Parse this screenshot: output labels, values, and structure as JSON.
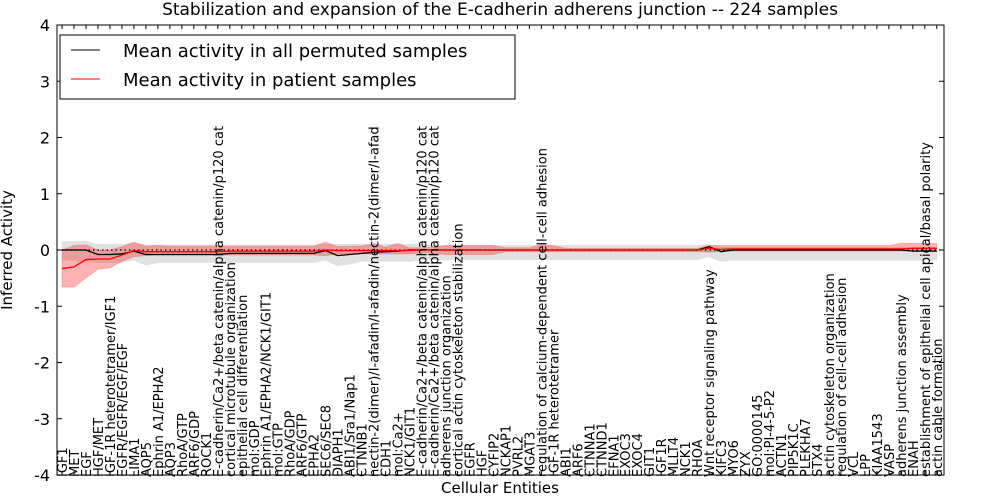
{
  "chart_data": {
    "type": "line",
    "title": "Stabilization and expansion of the E-cadherin adherens junction -- 224 samples",
    "xlabel": "Cellular Entities",
    "ylabel": "Inferred Activity",
    "ylim": [
      -4,
      4
    ],
    "yticks": [
      "-4",
      "-3",
      "-2",
      "-1",
      "0",
      "1",
      "2",
      "3",
      "4"
    ],
    "grid": false,
    "legend_position": "top-left",
    "categories": [
      "IGF1",
      "MET",
      "EGF",
      "HGF/MET",
      "IGF-1R heterotetramer/IGF1",
      "EGFR/EGFR/EGF/EGF",
      "LIMA1",
      "AQP5",
      "Ephrin A1/EPHA2",
      "AQP3",
      "RhoA/GTP",
      "ARF6/GDP",
      "ROCK1",
      "E-cadherin/Ca2+/beta catenin/alpha catenin/p120 cat",
      "cortical microtubule organization",
      "epithelial cell differentiation",
      "mol:GDP",
      "Ephrin A1/EPHA2/NCK1/GIT1",
      "mol:GTP",
      "RhoA/GDP",
      "ARF6/GTP",
      "EPHA2",
      "SEC6/SEC8",
      "DIAPH1",
      "ABI1/Sra1/Nap1",
      "CTNNB1",
      "nectin-2(dimer)/I-afadin/I-afadin/nectin-2(dimer/I-afad",
      "CDH1",
      "mol:Ca2+",
      "NCK1/GIT1",
      "E-cadherin/Ca2+/beta catenin/alpha catenin/p120 cat",
      "E-cadherin/Ca2+/beta catenin/alpha catenin/p120 cat",
      "adherens junction organization",
      "cortical actin cytoskeleton stabilization",
      "EGFR",
      "HGF",
      "CYFIP2",
      "NCKAP1",
      "PVRL2",
      "MGAT3",
      "regulation of calcium-dependent cell-cell adhesion",
      "IGF-1R heterotetramer",
      "ABI1",
      "ARF6",
      "CTNNA1",
      "CTNND1",
      "EFNA1",
      "EXOC3",
      "EXOC4",
      "GIT1",
      "IGF1R",
      "MLLT4",
      "NCK1",
      "RHOA",
      "Wnt receptor signaling pathway",
      "KIFC3",
      "MYO6",
      "ZYX",
      "GO:0000145",
      "mol:PI-4-5-P2",
      "ACTN1",
      "PIP5K1C",
      "PLEKHA7",
      "STX4",
      "actin cytoskeleton organization",
      "regulation of cell-cell adhesion",
      "VCL",
      "LPP",
      "KIAA1543",
      "VASP",
      "adherens junction assembly",
      "ENAH",
      "establishment of epithelial cell apical/basal polarity",
      "actin cable formation"
    ],
    "series": [
      {
        "name": "Mean activity in all permuted samples",
        "color": "#000000",
        "band_color": "#c8c8c8",
        "values": [
          0,
          0,
          0,
          -0.08,
          -0.08,
          -0.07,
          -0.02,
          -0.08,
          -0.08,
          -0.08,
          -0.08,
          -0.08,
          -0.08,
          -0.08,
          -0.06,
          -0.06,
          -0.06,
          -0.06,
          -0.06,
          -0.06,
          -0.06,
          -0.06,
          -0.01,
          -0.1,
          -0.08,
          -0.06,
          -0.04,
          -0.03,
          -0.02,
          0,
          0,
          0,
          0,
          0,
          0,
          0,
          0,
          0,
          0,
          0,
          0,
          0,
          0,
          0,
          0,
          0,
          0,
          0,
          0,
          0,
          0,
          0,
          0,
          0,
          0.06,
          -0.03,
          0,
          0,
          0,
          0,
          0,
          0,
          0,
          0,
          0,
          0,
          0,
          0,
          0,
          0,
          0,
          -0.02,
          -0.02,
          -0.02
        ],
        "upper": [
          0.15,
          0.15,
          0.15,
          0.1,
          0.1,
          0.1,
          0.12,
          0.09,
          0.09,
          0.09,
          0.09,
          0.09,
          0.09,
          0.09,
          0.09,
          0.09,
          0.09,
          0.09,
          0.09,
          0.09,
          0.09,
          0.09,
          0.1,
          0.1,
          0.1,
          0.1,
          0.1,
          0.1,
          0.1,
          0.1,
          0.1,
          0.08,
          0.08,
          0.08,
          0.08,
          0.08,
          0.08,
          0.08,
          0.08,
          0.08,
          0.08,
          0.08,
          0.08,
          0.08,
          0.08,
          0.08,
          0.08,
          0.08,
          0.08,
          0.08,
          0.08,
          0.08,
          0.08,
          0.08,
          0.1,
          0.05,
          0.05,
          0.05,
          0.05,
          0.05,
          0.05,
          0.05,
          0.05,
          0.05,
          0.05,
          0.05,
          0.05,
          0.05,
          0.05,
          0.05,
          0.05,
          0.05,
          0.05,
          0.05
        ],
        "lower": [
          -0.18,
          -0.18,
          -0.2,
          -0.22,
          -0.22,
          -0.22,
          -0.18,
          -0.27,
          -0.22,
          -0.22,
          -0.22,
          -0.22,
          -0.22,
          -0.22,
          -0.22,
          -0.22,
          -0.22,
          -0.22,
          -0.22,
          -0.22,
          -0.22,
          -0.22,
          -0.18,
          -0.28,
          -0.25,
          -0.2,
          -0.2,
          -0.2,
          -0.2,
          -0.2,
          -0.17,
          -0.17,
          -0.17,
          -0.17,
          -0.17,
          -0.17,
          -0.17,
          -0.17,
          -0.17,
          -0.17,
          -0.17,
          -0.17,
          -0.17,
          -0.17,
          -0.17,
          -0.17,
          -0.17,
          -0.17,
          -0.17,
          -0.17,
          -0.17,
          -0.17,
          -0.17,
          -0.17,
          -0.12,
          -0.2,
          -0.18,
          -0.18,
          -0.18,
          -0.18,
          -0.18,
          -0.18,
          -0.18,
          -0.18,
          -0.18,
          -0.18,
          -0.18,
          -0.18,
          -0.18,
          -0.18,
          -0.18,
          -0.18,
          -0.18,
          -0.18
        ]
      },
      {
        "name": "Mean activity in patient samples",
        "color": "#ff0000",
        "band_color": "#ff0000",
        "values": [
          -0.33,
          -0.3,
          -0.17,
          -0.16,
          -0.16,
          -0.09,
          -0.01,
          -0.03,
          -0.03,
          -0.03,
          -0.03,
          -0.03,
          -0.03,
          -0.03,
          -0.02,
          -0.02,
          -0.02,
          -0.02,
          -0.02,
          -0.02,
          -0.02,
          -0.02,
          0,
          -0.01,
          -0.01,
          -0.01,
          -0.01,
          -0.01,
          -0.01,
          -0.01,
          0,
          0,
          0,
          0,
          0,
          0,
          0,
          0,
          0,
          0,
          0,
          0,
          0,
          0,
          0,
          0,
          0,
          0,
          0,
          0,
          0,
          0,
          0,
          0,
          0.03,
          0.01,
          0.02,
          0.02,
          0.02,
          0.02,
          0.02,
          0.02,
          0.02,
          0.02,
          0.02,
          0.02,
          0.02,
          0.02,
          0.02,
          0.02,
          0.02,
          0.03,
          0.03,
          0.03
        ],
        "upper": [
          0,
          0.08,
          0.09,
          0,
          0,
          0.06,
          0.14,
          0.07,
          0.08,
          0.07,
          0.07,
          0.07,
          0.07,
          0.07,
          0.07,
          0.07,
          0.07,
          0.07,
          0.07,
          0.07,
          0.07,
          0.07,
          0.14,
          0.06,
          0.07,
          0.07,
          0.12,
          0.05,
          0.12,
          0.04,
          0.04,
          0.05,
          0.08,
          0.08,
          0.08,
          0.08,
          0.08,
          0.04,
          0.04,
          0.04,
          0.1,
          0.08,
          0.03,
          0.03,
          0.03,
          0.03,
          0.03,
          0.03,
          0.03,
          0.03,
          0.03,
          0.03,
          0.03,
          0.03,
          0.08,
          0.08,
          0.08,
          0.08,
          0.08,
          0.08,
          0.08,
          0.08,
          0.08,
          0.08,
          0.08,
          0.08,
          0.08,
          0.08,
          0.08,
          0.08,
          0.12,
          0.12,
          0.12,
          0.12
        ],
        "lower": [
          -0.66,
          -0.66,
          -0.5,
          -0.34,
          -0.32,
          -0.2,
          -0.12,
          -0.1,
          -0.09,
          -0.09,
          -0.09,
          -0.09,
          -0.09,
          -0.09,
          -0.09,
          -0.09,
          -0.09,
          -0.09,
          -0.09,
          -0.09,
          -0.09,
          -0.09,
          -0.1,
          -0.07,
          -0.07,
          -0.07,
          -0.07,
          -0.07,
          -0.07,
          -0.07,
          -0.05,
          -0.06,
          -0.08,
          -0.08,
          -0.08,
          -0.08,
          -0.08,
          -0.03,
          -0.03,
          -0.03,
          -0.03,
          -0.03,
          -0.03,
          -0.03,
          -0.03,
          -0.03,
          -0.03,
          -0.03,
          -0.03,
          -0.03,
          -0.03,
          -0.03,
          -0.03,
          -0.03,
          -0.04,
          -0.02,
          -0.02,
          -0.02,
          -0.02,
          -0.02,
          -0.02,
          -0.02,
          -0.02,
          -0.02,
          -0.02,
          -0.02,
          -0.02,
          -0.02,
          -0.02,
          -0.02,
          -0.02,
          -0.02,
          -0.02,
          -0.02
        ]
      }
    ],
    "reference_line": {
      "y": 0,
      "style": "dotted",
      "color": "#000000"
    }
  }
}
